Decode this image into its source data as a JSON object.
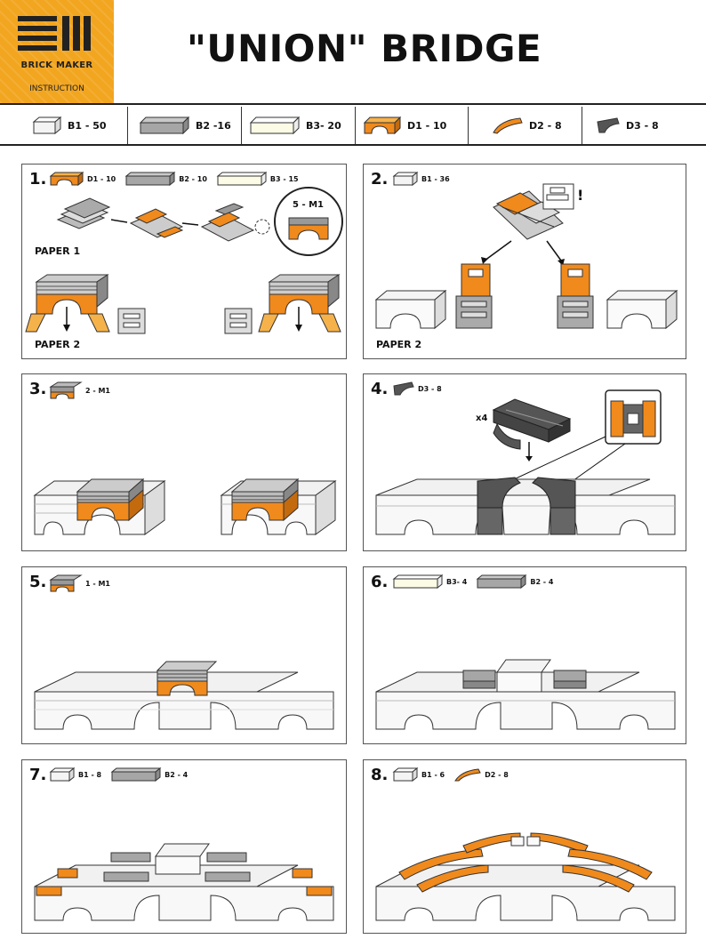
{
  "brand": {
    "name": "BRICK MAKER",
    "subtitle": "INSTRUCTION",
    "color": "#f2a51f"
  },
  "title": "\"UNION\" BRIDGE",
  "parts_list": [
    {
      "icon": "brick-b1-icon",
      "label": "B1 - 50"
    },
    {
      "icon": "brick-b2-icon",
      "label": "B2 -16"
    },
    {
      "icon": "brick-b3-icon",
      "label": "B3- 20"
    },
    {
      "icon": "arch-d1-icon",
      "label": "D1 - 10"
    },
    {
      "icon": "arch-d2-icon",
      "label": "D2 - 8"
    },
    {
      "icon": "arch-d3-icon",
      "label": "D3 - 8"
    }
  ],
  "steps": [
    {
      "number": "1.",
      "parts": [
        "D1 - 10",
        "B2 - 10",
        "B3 - 15"
      ],
      "callout": "5 - M1",
      "captions": [
        "PAPER 1",
        "PAPER 2"
      ]
    },
    {
      "number": "2.",
      "parts": [
        "B1 - 36"
      ],
      "mark": "!",
      "captions": [
        "PAPER 2"
      ]
    },
    {
      "number": "3.",
      "parts": [
        "2 - M1"
      ]
    },
    {
      "number": "4.",
      "parts": [
        "D3 - 8"
      ],
      "multiplier": "x4"
    },
    {
      "number": "5.",
      "parts": [
        "1 - M1"
      ]
    },
    {
      "number": "6.",
      "parts": [
        "B3- 4",
        "B2 - 4"
      ]
    },
    {
      "number": "7.",
      "parts": [
        "B1 - 8",
        "B2 - 4"
      ]
    },
    {
      "number": "8.",
      "parts": [
        "B1 - 6",
        "D2 - 8"
      ]
    }
  ],
  "colors": {
    "orange": "#f08a1c",
    "grey": "#a6a6a6",
    "dark": "#555555",
    "light": "#ececec",
    "cream": "#fbfbe6"
  }
}
